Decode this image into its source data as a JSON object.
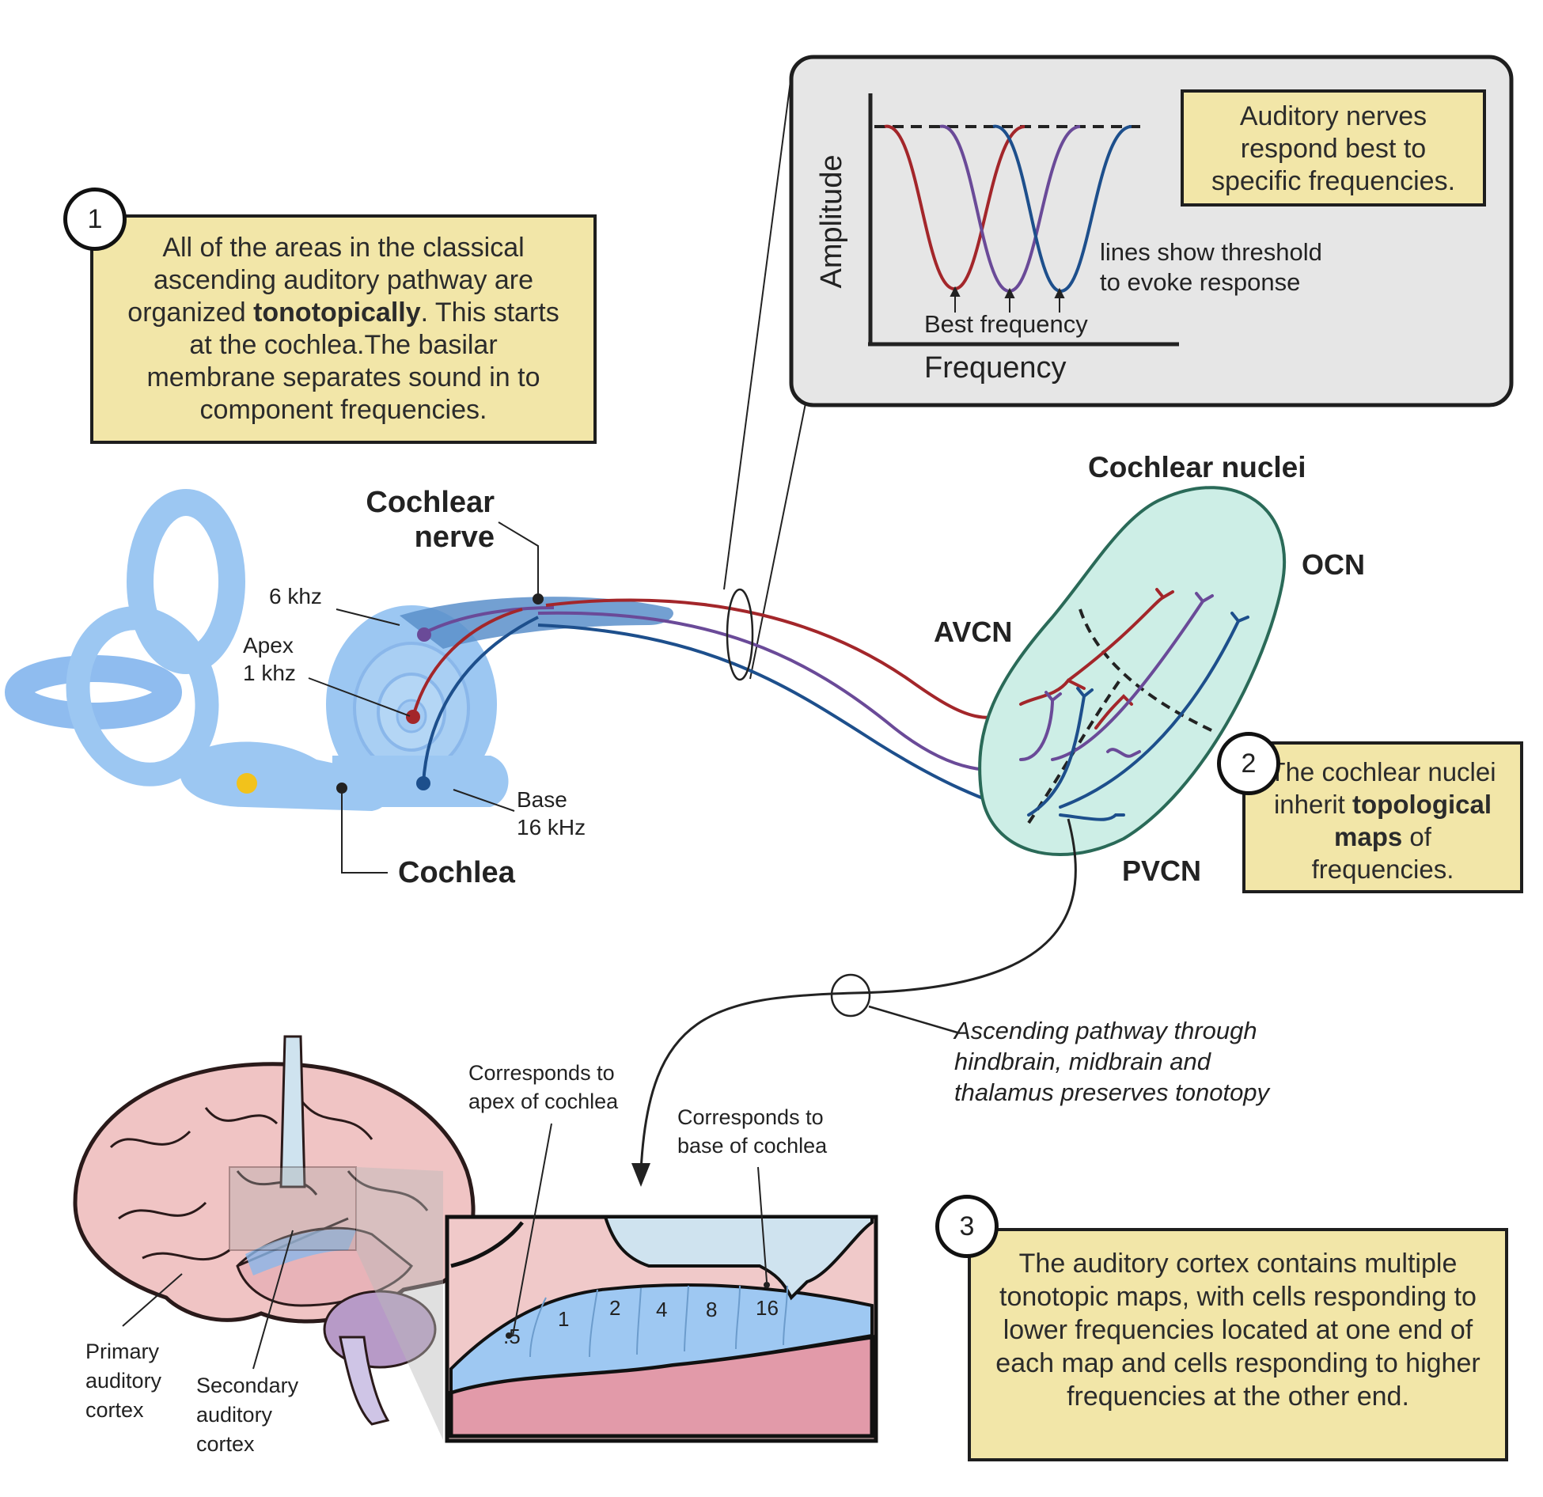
{
  "step1": {
    "number": "1",
    "pre": "All of the areas in the classical ascending auditory pathway are organized ",
    "bold": "tonotopically",
    "post": ". This starts at the cochlea.The basilar membrane separates sound in to component frequencies."
  },
  "inset": {
    "y_axis_label": "Amplitude",
    "x_axis_label": "Frequency",
    "best_frequency_label": "Best frequency",
    "threshold_note": "lines show threshold\nto evoke response",
    "box_text": "Auditory nerves respond best to specific frequencies."
  },
  "ear": {
    "cochlear_nerve": "Cochlear\nnerve",
    "cochlea": "Cochlea",
    "six_khz": "6 khz",
    "apex": "Apex\n1 khz",
    "base": "Base\n16 kHz"
  },
  "nuclei": {
    "title": "Cochlear nuclei",
    "ocn": "OCN",
    "avcn": "AVCN",
    "pvcn": "PVCN"
  },
  "step2": {
    "number": "2",
    "pre": "The cochlear nuclei inherit ",
    "bold": "topological maps",
    "post": " of frequencies."
  },
  "pathway_note": "Ascending pathway through\nhindbrain, midbrain and\nthalamus preserves tonotopy",
  "cortex": {
    "apex_label": "Corresponds to\napex of cochlea",
    "base_label": "Corresponds to\nbase of cochlea",
    "primary": "Primary\nauditory\ncortex",
    "secondary": "Secondary\nauditory\ncortex",
    "freq_bands": [
      ".5",
      "1",
      "2",
      "4",
      "8",
      "16"
    ]
  },
  "step3": {
    "number": "3",
    "text": "The auditory cortex contains multiple tonotopic maps, with cells responding to lower frequencies located at one end of each map and cells responding to higher frequencies at the other end."
  },
  "colors": {
    "low_freq": "#a3262a",
    "mid_freq": "#6a4a98",
    "high_freq": "#1d4f8c",
    "callout_fill": "#f2e6a8",
    "cochlea_fill": "#9cc7f2",
    "nuclei_fill": "#cdeee6",
    "brain_fill": "#f0c4c4"
  }
}
